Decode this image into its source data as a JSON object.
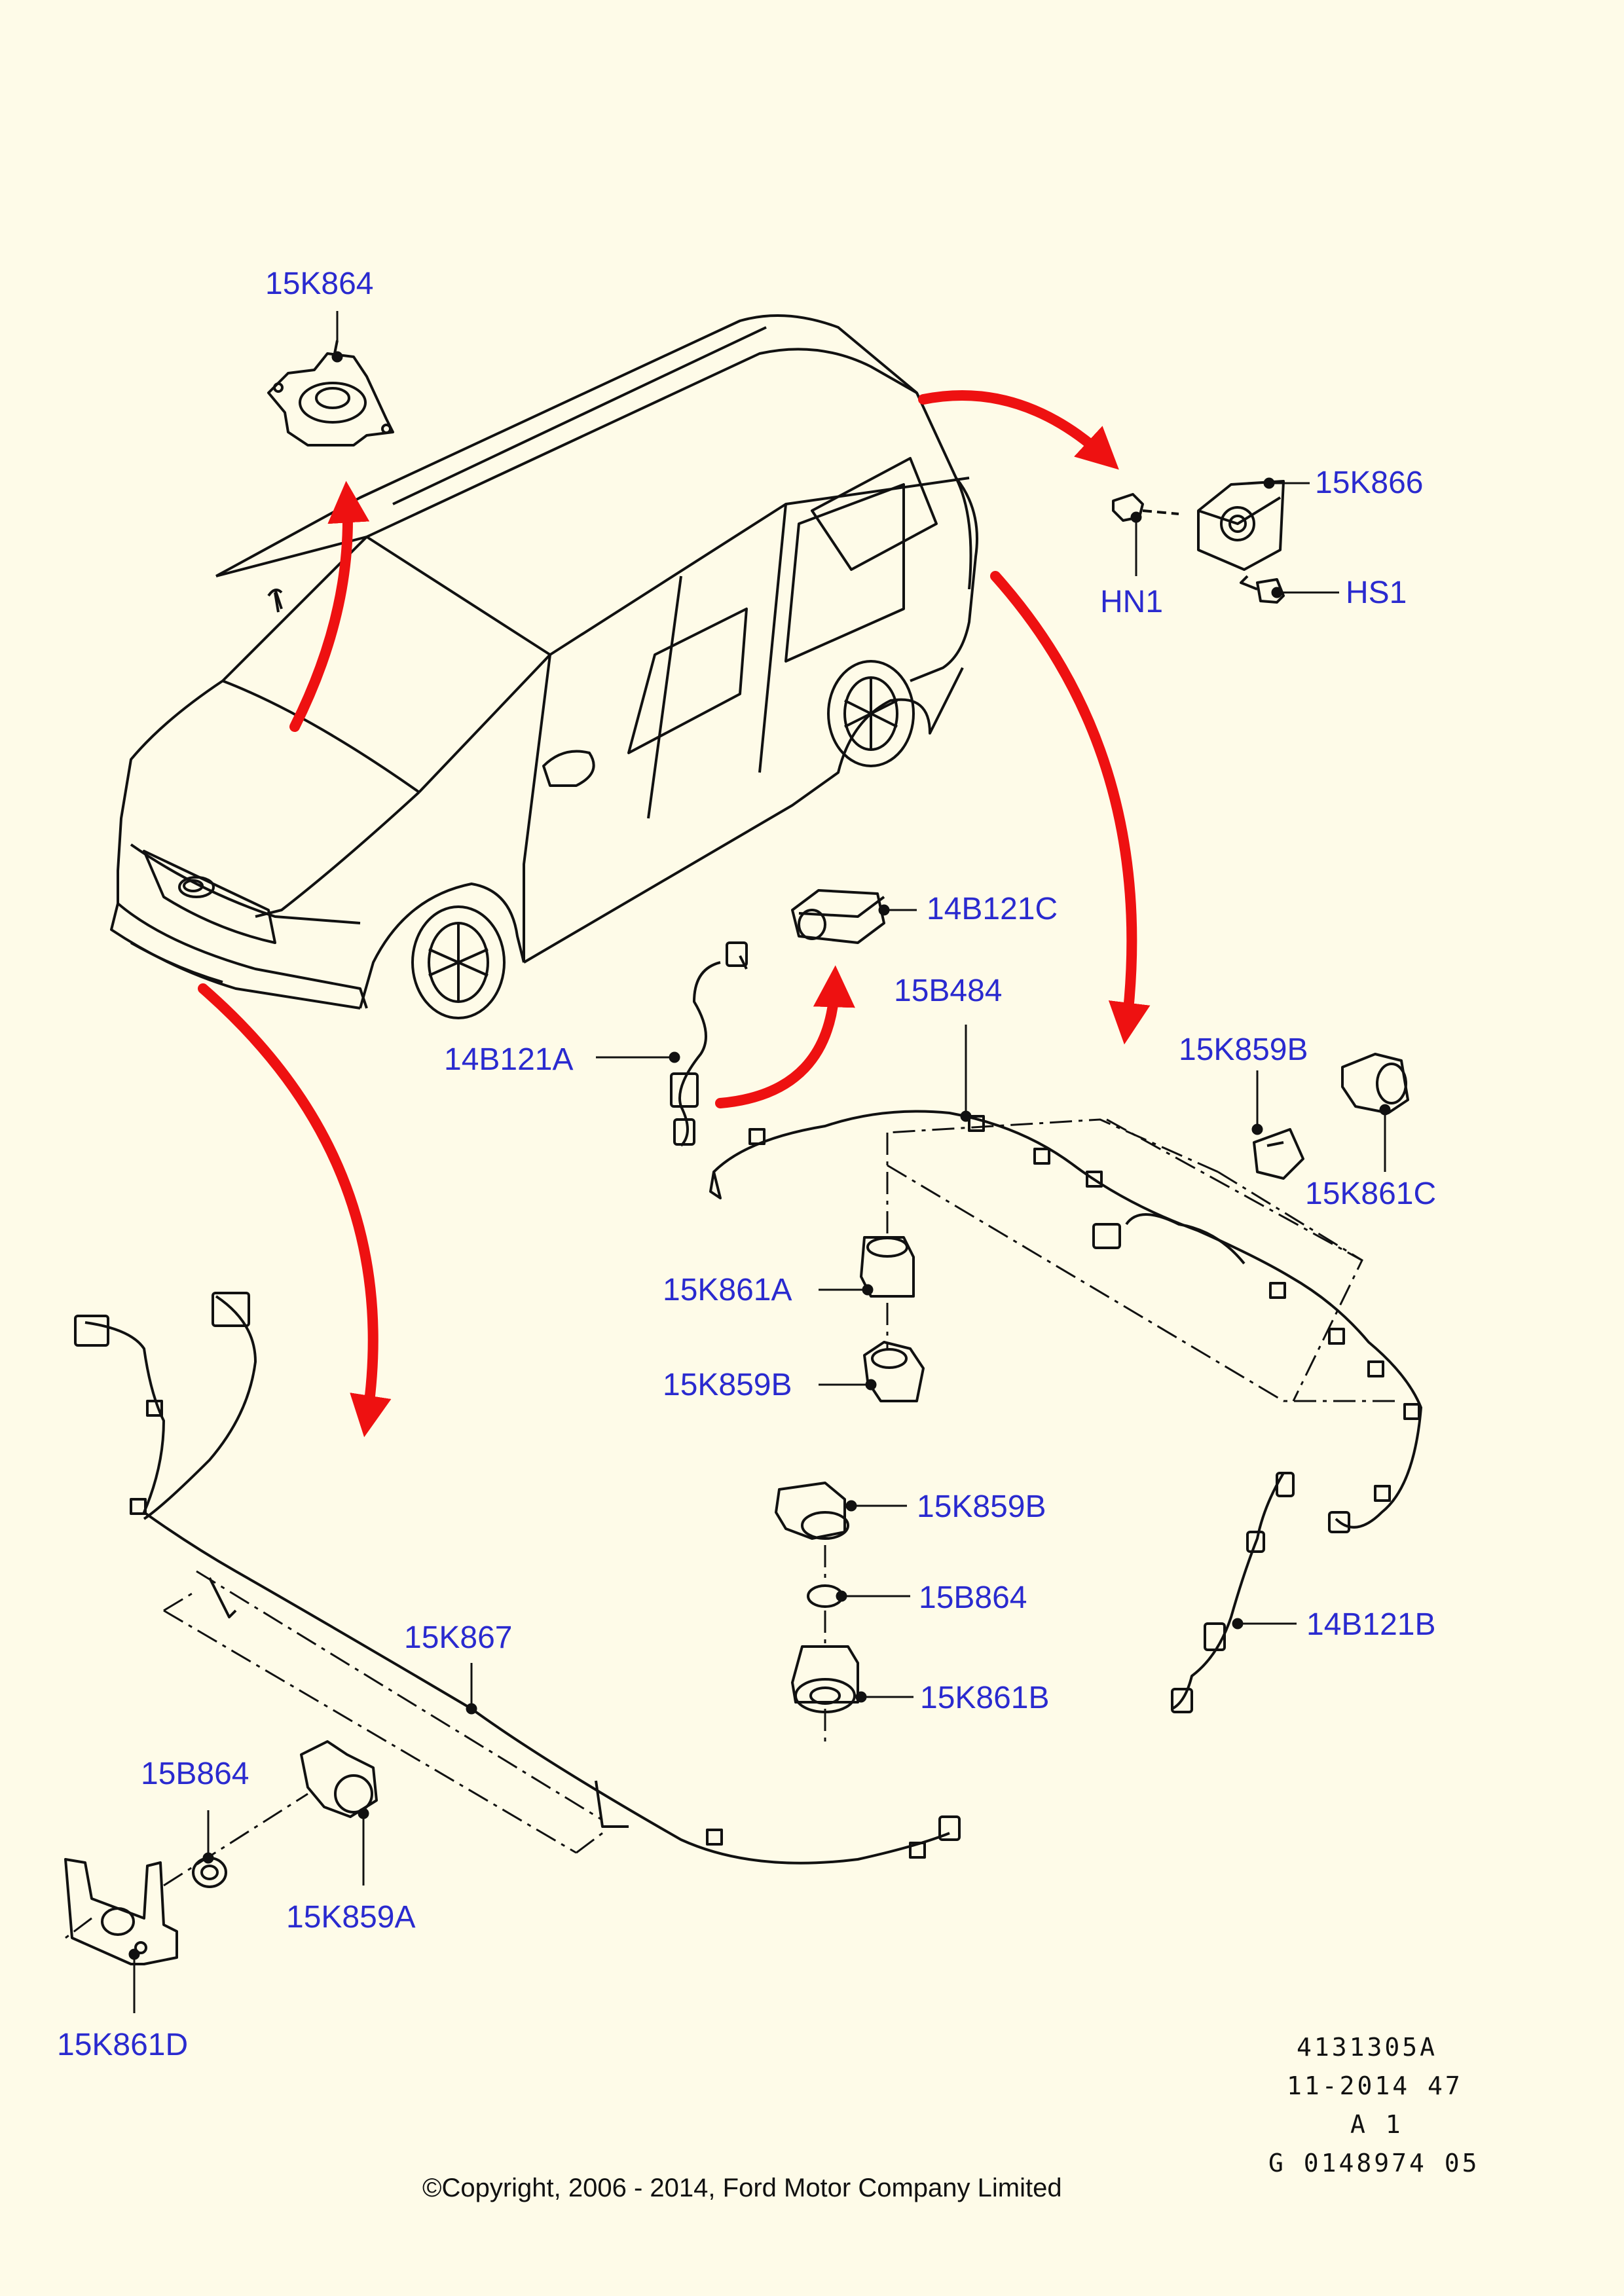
{
  "parts": {
    "p_15K864_top": "15K864",
    "p_15K866": "15K866",
    "p_HN1": "HN1",
    "p_HS1": "HS1",
    "p_14B121C": "14B121C",
    "p_15B484": "15B484",
    "p_14B121A": "14B121A",
    "p_15K859B_right": "15K859B",
    "p_15K861C": "15K861C",
    "p_15K861A": "15K861A",
    "p_15K859B_mid": "15K859B",
    "p_15K859B_low": "15K859B",
    "p_15B864_mid": "15B864",
    "p_15K861B": "15K861B",
    "p_14B121B": "14B121B",
    "p_15K867": "15K867",
    "p_15B864_left": "15B864",
    "p_15K859A": "15K859A",
    "p_15K861D": "15K861D"
  },
  "reference": {
    "line1": "4131305A",
    "line2": "11-2014 47",
    "line3": "A 1",
    "line4": "G 0148974 05"
  },
  "copyright": "©Copyright, 2006 - 2014, Ford Motor Company Limited",
  "colors": {
    "background": "#fefbe8",
    "label": "#2a2acf",
    "arrow": "#ee1111",
    "line": "#111111"
  }
}
